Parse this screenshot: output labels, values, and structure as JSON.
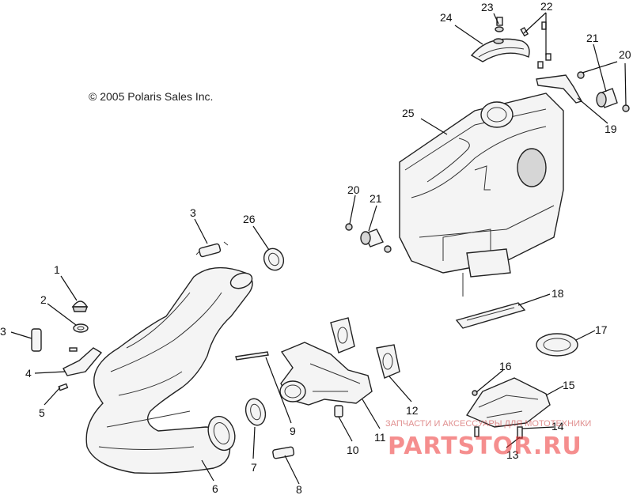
{
  "copyright": "© 2005 Polaris Sales Inc.",
  "watermark": {
    "brand": "PARTSTOR.RU",
    "tagline": "ЗАПЧАСТИ И АКСЕССУАРЫ ДЛЯ МОТОТЕХНИКИ"
  },
  "callouts": [
    {
      "id": "c1",
      "label": "1"
    },
    {
      "id": "c2",
      "label": "2"
    },
    {
      "id": "c3a",
      "label": "3"
    },
    {
      "id": "c3b",
      "label": "3"
    },
    {
      "id": "c4",
      "label": "4"
    },
    {
      "id": "c5",
      "label": "5"
    },
    {
      "id": "c6",
      "label": "6"
    },
    {
      "id": "c7",
      "label": "7"
    },
    {
      "id": "c8",
      "label": "8"
    },
    {
      "id": "c9",
      "label": "9"
    },
    {
      "id": "c10",
      "label": "10"
    },
    {
      "id": "c11",
      "label": "11"
    },
    {
      "id": "c12",
      "label": "12"
    },
    {
      "id": "c13",
      "label": "13"
    },
    {
      "id": "c14",
      "label": "14"
    },
    {
      "id": "c15",
      "label": "15"
    },
    {
      "id": "c16",
      "label": "16"
    },
    {
      "id": "c17",
      "label": "17"
    },
    {
      "id": "c18",
      "label": "18"
    },
    {
      "id": "c19",
      "label": "19"
    },
    {
      "id": "c20a",
      "label": "20"
    },
    {
      "id": "c20b",
      "label": "20"
    },
    {
      "id": "c21a",
      "label": "21"
    },
    {
      "id": "c21b",
      "label": "21"
    },
    {
      "id": "c22",
      "label": "22"
    },
    {
      "id": "c23",
      "label": "23"
    },
    {
      "id": "c24",
      "label": "24"
    },
    {
      "id": "c25",
      "label": "25"
    },
    {
      "id": "c26",
      "label": "26"
    }
  ]
}
